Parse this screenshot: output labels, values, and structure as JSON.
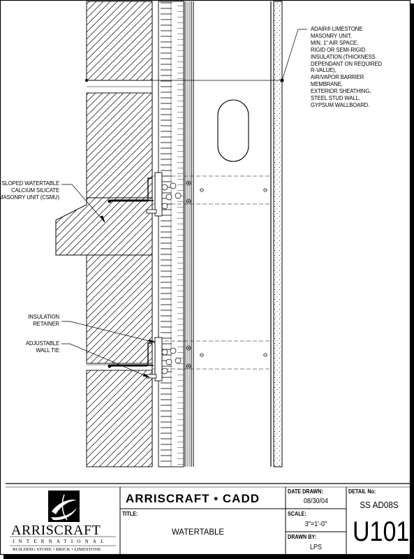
{
  "annotations": {
    "assembly_lines": [
      "ADAIR® LIMESTONE",
      "MASONRY UNIT,",
      "MIN. 1\" AIR SPACE,",
      "RIGID OR SEMI-RIGID",
      "INSULATION (THICKNESS",
      "DEPENDANT ON REQUIRED",
      "R-VALUE),",
      "AIR/VAPOR BARRIER",
      "MEMBRANE,",
      "EXTERIOR SHEATHING,",
      "STEEL STUD WALL,",
      "GYPSUM WALLBOARD."
    ],
    "watertable_lines": [
      "SLOPED WATERTABLE",
      "CALCIUM SILICATE",
      "MASONRY UNIT (CSMU)"
    ],
    "retainer_lines": [
      "INSULATION",
      "RETAINER"
    ],
    "tie_lines": [
      "ADJUSTABLE",
      "WALL TIE"
    ]
  },
  "title_block": {
    "company_title": "ARRISCRAFT • CADD",
    "title_label": "TITLE:",
    "title_value": "WATERTABLE",
    "date_label": "DATE DRAWN:",
    "date_value": "08/30/04",
    "scale_label": "SCALE:",
    "scale_value": "3\"=1'-0\"",
    "drawn_label": "DRAWN BY:",
    "drawn_value": "LPS",
    "detail_label": "DETAIL No:",
    "detail_code": "SS AD08S",
    "detail_number": "U101"
  },
  "logo": {
    "name": "ARRISCRAFT",
    "sub": "INTERNATIONAL",
    "tagline": "BUILDING STONE • BRICK • LIMESTONE"
  }
}
